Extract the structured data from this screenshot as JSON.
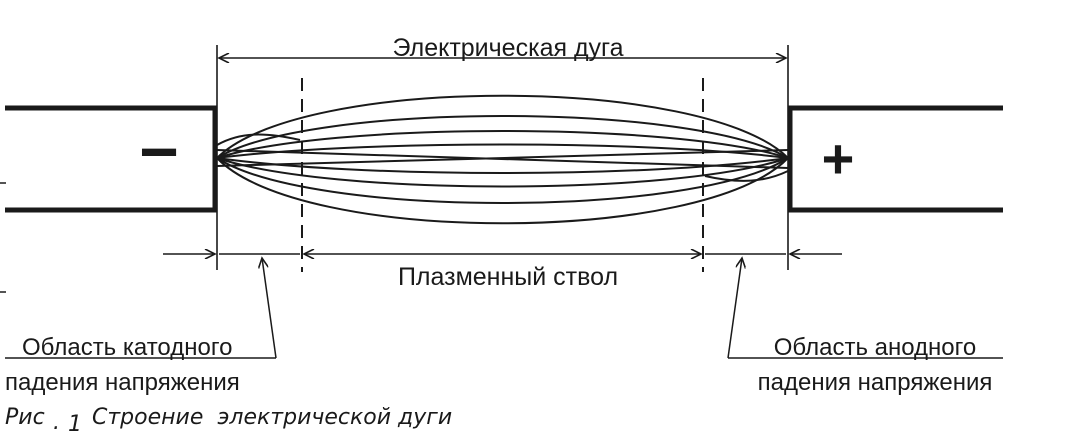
{
  "labels": {
    "arc": "Электрическая дуга",
    "plasma": "Плазменный ствол",
    "cathode_line1": "Область катодного",
    "cathode_line2": "падения напряжения",
    "anode_line1": "Область анодного",
    "anode_line2": "падения напряжения",
    "caption_prefix": "Рис",
    "caption_number": "1",
    "caption_text": "Строение  электрической дуги"
  },
  "electrodes": {
    "cathode_sign": "−",
    "anode_sign": "+"
  },
  "colors": {
    "ink": "#1a1a1a",
    "background": "#ffffff"
  }
}
